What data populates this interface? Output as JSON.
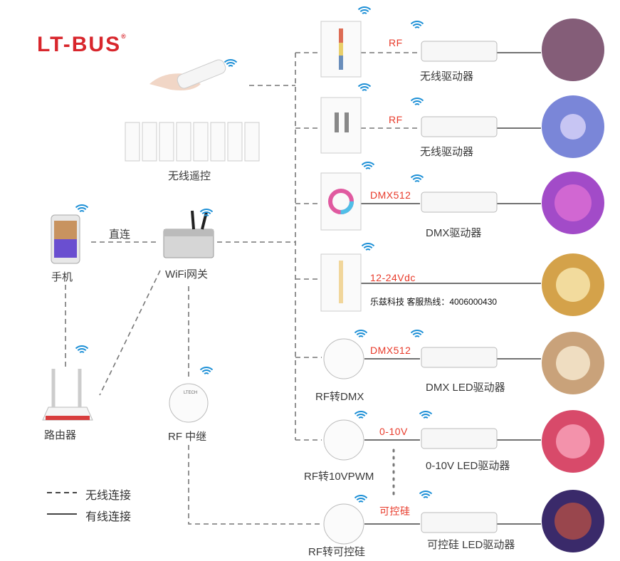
{
  "logo": {
    "text": "LT-BUS",
    "mark": "®",
    "color": "#d8262c"
  },
  "left_devices": {
    "remote": "无线遥控",
    "phone": "手机",
    "direct_link": "直连",
    "gateway": "WiFi网关",
    "router": "路由器",
    "repeater": "RF 中继"
  },
  "rows": [
    {
      "protocol": "RF",
      "driver": "无线驱动器",
      "controller": ""
    },
    {
      "protocol": "RF",
      "driver": "无线驱动器",
      "controller": ""
    },
    {
      "protocol": "DMX512",
      "driver": "DMX驱动器",
      "controller": ""
    },
    {
      "protocol": "12-24Vdc",
      "driver": "",
      "controller": ""
    },
    {
      "protocol": "DMX512",
      "driver": "DMX LED驱动器",
      "controller": "RF转DMX"
    },
    {
      "protocol": "0-10V",
      "driver": "0-10V LED驱动器",
      "controller": "RF转10VPWM"
    },
    {
      "protocol": "可控硅",
      "driver": "可控硅 LED驱动器",
      "controller": "RF转可控硅"
    }
  ],
  "watermark": "乐兹科技 客服热线：4006000430",
  "legend": {
    "wireless": "无线连接",
    "wired": "有线连接"
  },
  "colors": {
    "accent": "#e83a2a",
    "wifi": "#1c8fd6",
    "line": "#777777"
  }
}
